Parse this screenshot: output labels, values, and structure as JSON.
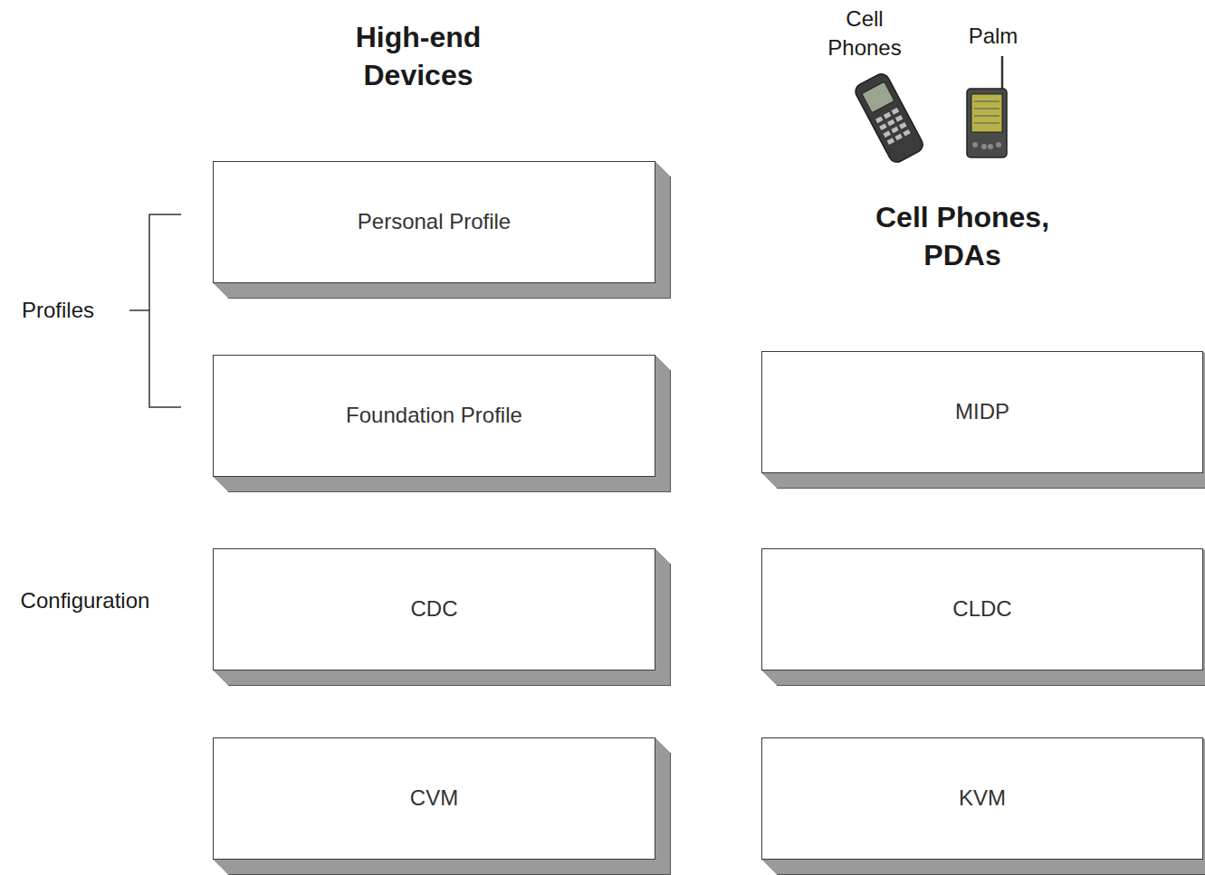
{
  "diagram": {
    "nodes": [
      {
        "text": [
          "Personal Profile"
        ]
      },
      {
        "text": [
          "Foundation Profile"
        ]
      },
      {
        "text": [
          "MIDP"
        ]
      },
      {
        "text": [
          "CDC"
        ]
      },
      {
        "text": [
          "CLDC"
        ]
      },
      {
        "text": [
          "CVM"
        ]
      },
      {
        "text": [
          "KVM"
        ]
      }
    ],
    "edges": [],
    "labels": [
      "High-end Devices",
      "Cell Phones",
      "Palm",
      "Cell Phones, PDAs",
      "Profiles",
      "Configuration"
    ]
  }
}
